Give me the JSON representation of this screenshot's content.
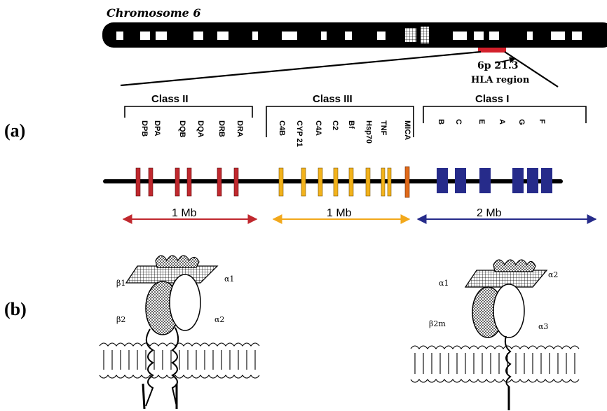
{
  "chromosome": {
    "title": "Chromosome 6",
    "band_label": "6p 21.3",
    "region_label": "HLA region"
  },
  "panels": {
    "a": "(a)",
    "b": "(b)"
  },
  "classes": [
    {
      "title": "Class II",
      "color": "#c0282e",
      "genes": [
        "DPB",
        "DPA",
        "DQB",
        "DQA",
        "DRB",
        "DRA"
      ],
      "scale": "1 Mb"
    },
    {
      "title": "Class III",
      "color": "#f2b21b",
      "genes": [
        "C4B",
        "CYP 21",
        "C4A",
        "C2",
        "Bf",
        "Hsp70",
        "TNF",
        "MICA"
      ],
      "scale": "1 Mb"
    },
    {
      "title": "Class I",
      "color": "#262b8a",
      "genes": [
        "B",
        "C",
        "E",
        "A",
        "G",
        "F"
      ],
      "scale": "2 Mb"
    }
  ],
  "mica_color": "#e06a1a",
  "structures": {
    "class_ii": {
      "top_right": "α1",
      "top_left": "β1",
      "mid_left": "β2",
      "mid_right": "α2"
    },
    "class_i": {
      "top_right": "α2",
      "top_left": "α1",
      "mid_left": "β2m",
      "mid_right": "α3"
    }
  }
}
